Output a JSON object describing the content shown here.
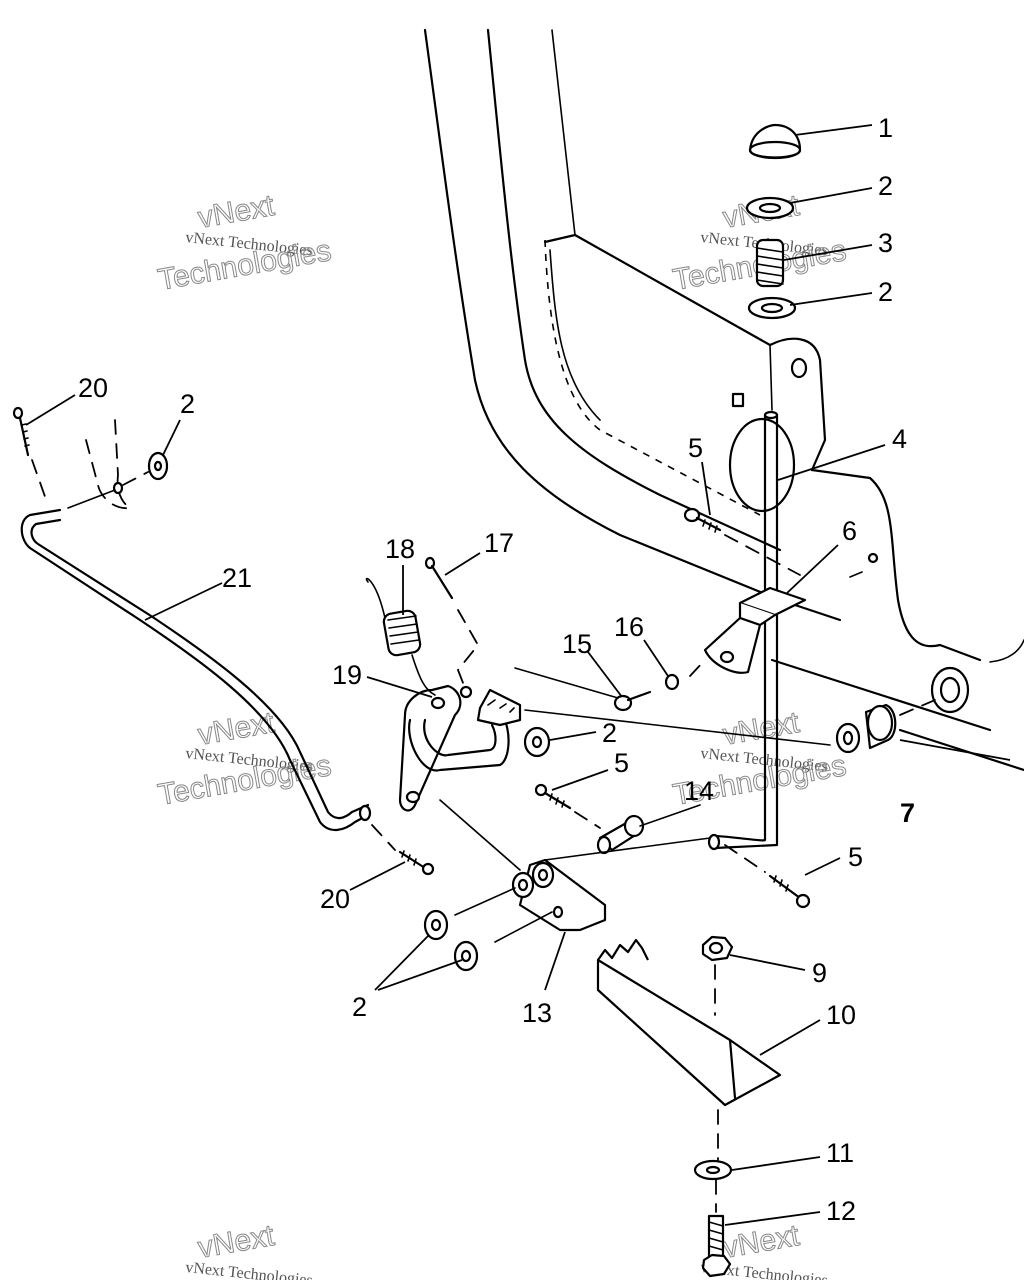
{
  "callouts": [
    {
      "id": "c1",
      "label": "1"
    },
    {
      "id": "c2a",
      "label": "2"
    },
    {
      "id": "c3",
      "label": "3"
    },
    {
      "id": "c2b",
      "label": "2"
    },
    {
      "id": "c20a",
      "label": "20"
    },
    {
      "id": "c2c",
      "label": "2"
    },
    {
      "id": "c5a",
      "label": "5"
    },
    {
      "id": "c4",
      "label": "4"
    },
    {
      "id": "c18",
      "label": "18"
    },
    {
      "id": "c17",
      "label": "17"
    },
    {
      "id": "c6",
      "label": "6"
    },
    {
      "id": "c21",
      "label": "21"
    },
    {
      "id": "c15",
      "label": "15"
    },
    {
      "id": "c16",
      "label": "16"
    },
    {
      "id": "c19",
      "label": "19"
    },
    {
      "id": "c2d",
      "label": "2"
    },
    {
      "id": "c5b",
      "label": "5"
    },
    {
      "id": "c14",
      "label": "14"
    },
    {
      "id": "c7",
      "label": "7"
    },
    {
      "id": "c5c",
      "label": "5"
    },
    {
      "id": "c20b",
      "label": "20"
    },
    {
      "id": "c9",
      "label": "9"
    },
    {
      "id": "c2e",
      "label": "2"
    },
    {
      "id": "c13",
      "label": "13"
    },
    {
      "id": "c10",
      "label": "10"
    },
    {
      "id": "c11",
      "label": "11"
    },
    {
      "id": "c12",
      "label": "12"
    }
  ],
  "watermark": {
    "line1": "vNext Technologies",
    "line2": "vNext",
    "line3": "Technologies"
  }
}
